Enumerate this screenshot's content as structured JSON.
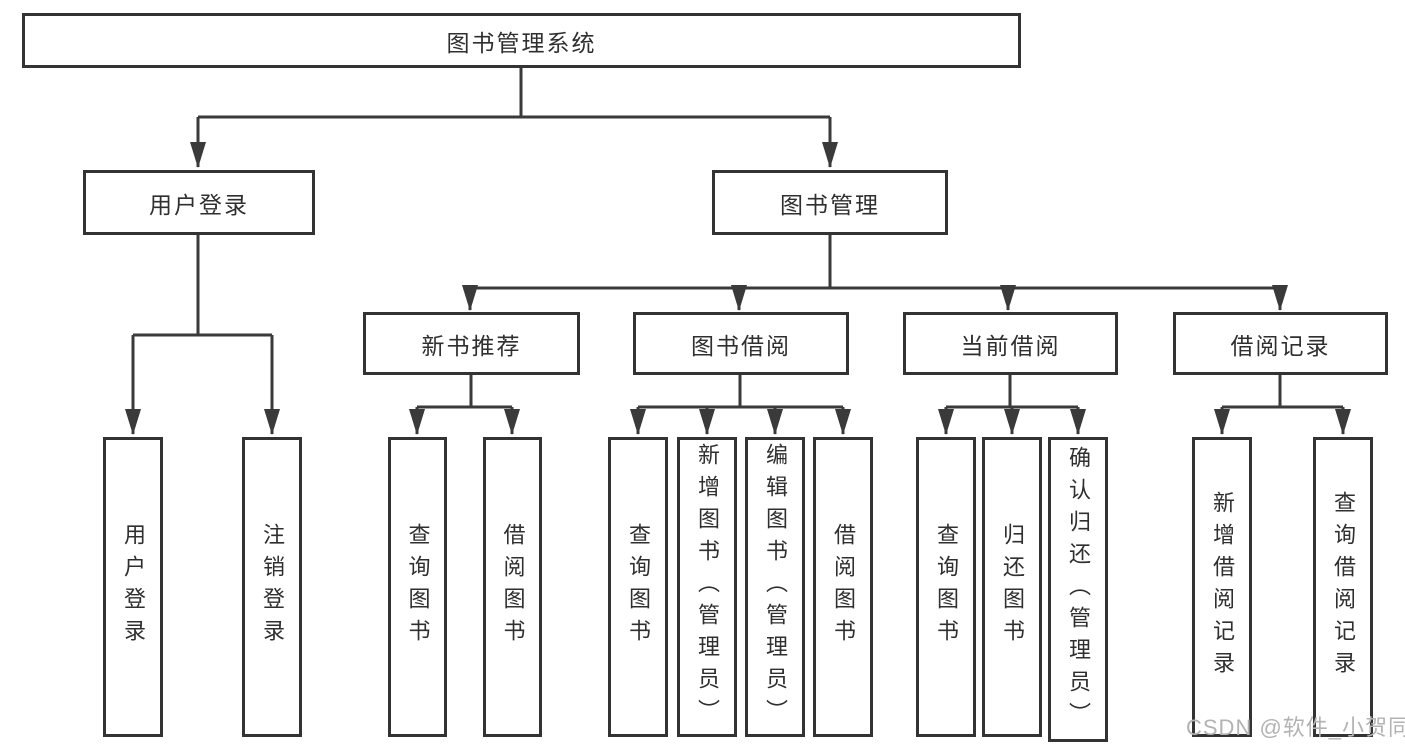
{
  "diagram": {
    "root": {
      "label": "图书管理系统"
    },
    "level2": [
      {
        "id": "user-login",
        "label": "用户登录"
      },
      {
        "id": "book-management",
        "label": "图书管理"
      }
    ],
    "level3": [
      {
        "id": "new-book-recommend",
        "label": "新书推荐"
      },
      {
        "id": "book-borrowing",
        "label": "图书借阅"
      },
      {
        "id": "current-borrowing",
        "label": "当前借阅"
      },
      {
        "id": "borrowing-records",
        "label": "借阅记录"
      }
    ],
    "leaves": [
      {
        "id": "user-login-leaf",
        "label": "用户登录"
      },
      {
        "id": "logout",
        "label": "注销登录"
      },
      {
        "id": "query-books-recommend",
        "label": "查询图书"
      },
      {
        "id": "borrow-books-recommend",
        "label": "借阅图书"
      },
      {
        "id": "query-books-borrowing",
        "label": "查询图书"
      },
      {
        "id": "add-books-admin",
        "label": "新增图书（管理员）"
      },
      {
        "id": "edit-books-admin",
        "label": "编辑图书（管理员）"
      },
      {
        "id": "borrow-books-borrowing",
        "label": "借阅图书"
      },
      {
        "id": "query-books-current",
        "label": "查询图书"
      },
      {
        "id": "return-books",
        "label": "归还图书"
      },
      {
        "id": "confirm-return-admin",
        "label": "确认归还（管理员）"
      },
      {
        "id": "add-borrow-record",
        "label": "新增借阅记录"
      },
      {
        "id": "query-borrow-record",
        "label": "查询借阅记录"
      }
    ]
  },
  "watermark": "CSDN @软件_小贺同学",
  "colors": {
    "line": "#3a3a3a",
    "border": "#333333",
    "text": "#2f2f2f",
    "watermark": "#b3b3b3"
  }
}
